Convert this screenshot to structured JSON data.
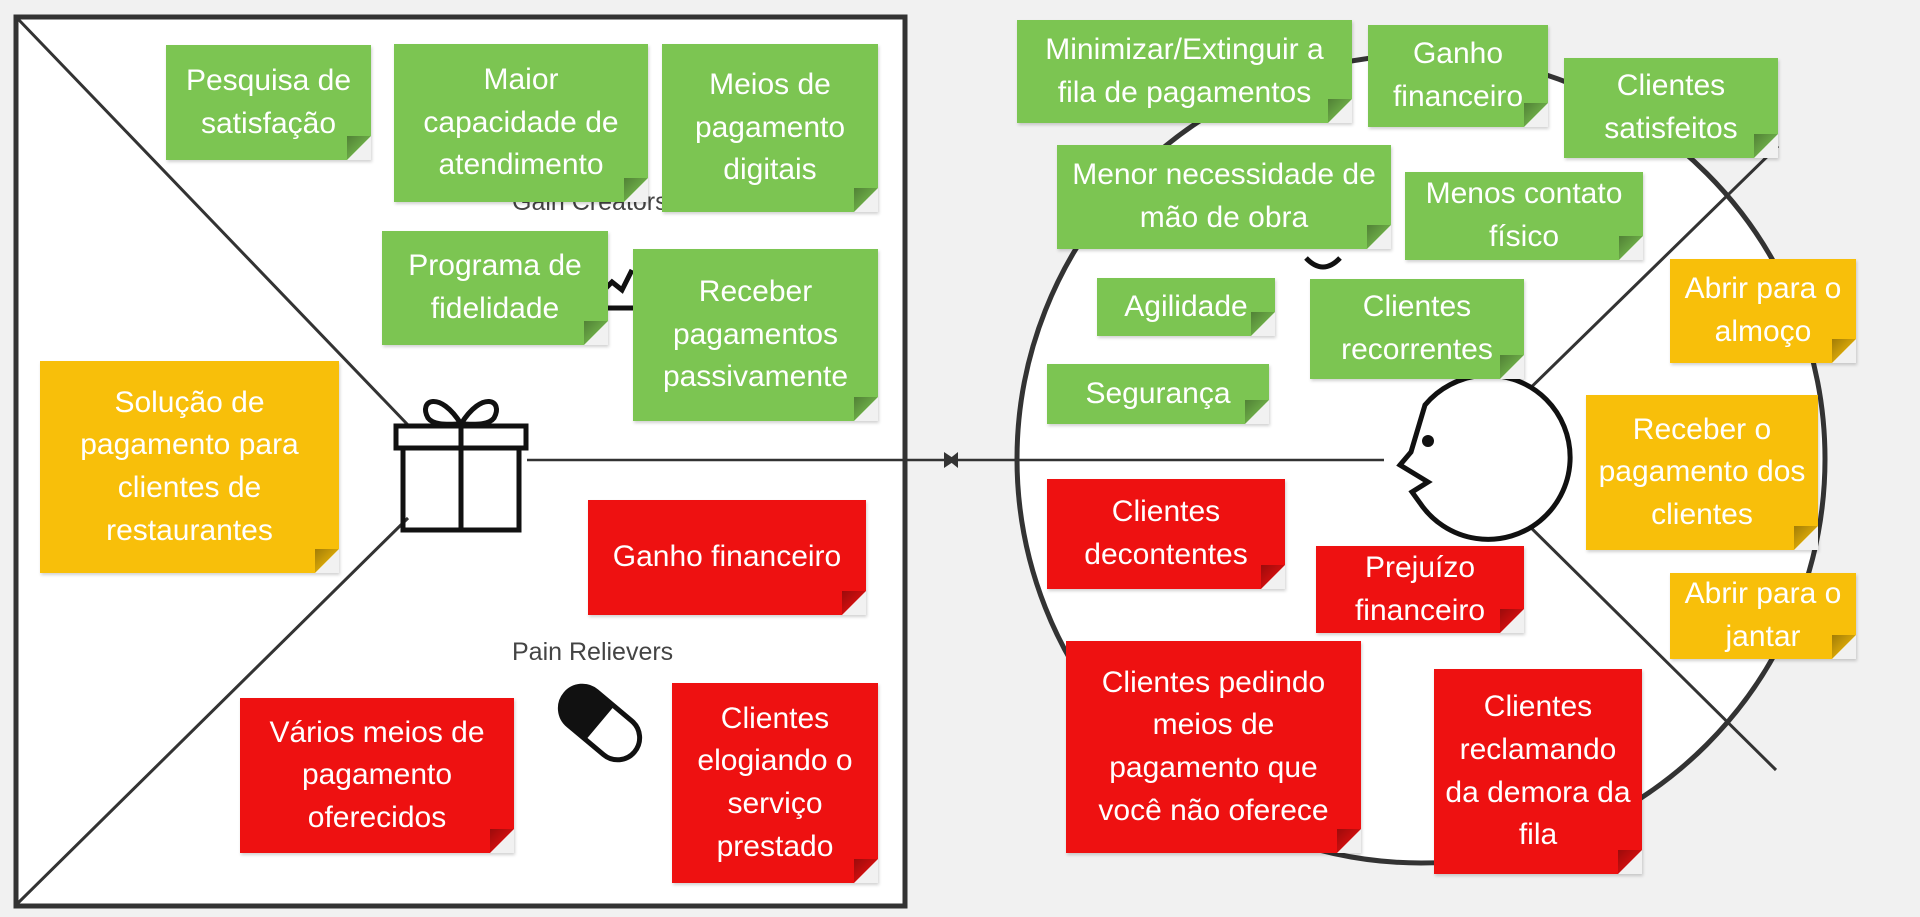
{
  "colors": {
    "gain": "#7cc552",
    "job": "#f8bf0a",
    "pain": "#ee1111",
    "background": "#f1f1f1",
    "line": "#333333"
  },
  "value_map": {
    "gain_creators_label": "Gain Creators",
    "pain_relievers_label": "Pain Relievers",
    "product_icon": "gift-icon",
    "gain_icon": "chart-up-icon",
    "pain_icon": "pill-icon",
    "gain_creators": [
      "Pesquisa de satisfação",
      "Maior capacidade de atendimento",
      "Meios de pagamento digitais",
      "Programa de fidelidade",
      "Receber pagamentos passivamente"
    ],
    "products": [
      "Solução de pagamento para clientes de restaurantes"
    ],
    "pain_relievers": [
      "Ganho financeiro",
      "Vários meios de pagamento oferecidos",
      "Clientes elogiando o serviço prestado"
    ]
  },
  "customer_profile": {
    "face_icon": "customer-face-icon",
    "gains": [
      "Minimizar/Extinguir a fila de pagamentos",
      "Ganho financeiro",
      "Clientes satisfeitos",
      "Menor necessidade de mão de obra",
      "Menos contato físico",
      "Agilidade",
      "Clientes recorrentes",
      "Segurança"
    ],
    "jobs": [
      "Abrir para o almoço",
      "Receber o pagamento dos clientes",
      "Abrir para o jantar"
    ],
    "pains": [
      "Clientes decontentes",
      "Prejuízo financeiro",
      "Clientes pedindo meios de pagamento que você não oferece",
      "Clientes reclamando da demora da fila"
    ]
  }
}
